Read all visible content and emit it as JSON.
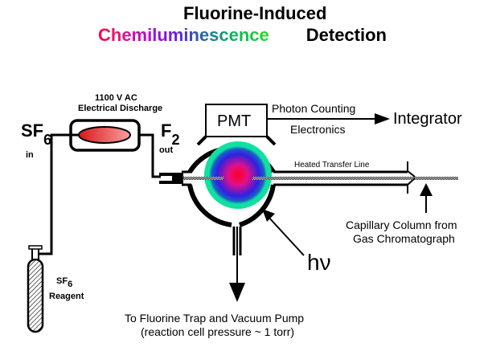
{
  "title": {
    "line1": "Fluorine-Induced",
    "line2_colored": "Chemiluminescence",
    "line2_plain": "Detection"
  },
  "colors": {
    "glow_center": "#ff0020",
    "glow_mid1": "#e0108c",
    "glow_mid2": "#3020e0",
    "glow_outer": "#10e0a0",
    "discharge": "#e83030",
    "line": "#000000"
  },
  "labels": {
    "discharge_voltage": "1100 V AC",
    "discharge_name": "Electrical Discharge",
    "sf6_in_main": "SF",
    "sf6_in_sub": "6",
    "sf6_in_note": "in",
    "f2_main": "F",
    "f2_sub": "2",
    "f2_note": "out",
    "pmt": "PMT",
    "photon_counting": "Photon Counting",
    "electronics": "Electronics",
    "integrator": "Integrator",
    "heated_transfer_line": "Heated Transfer Line",
    "capillary_1": "Capillary Column from",
    "capillary_2": "Gas Chromatograph",
    "hv": "hν",
    "reagent_main": "SF",
    "reagent_sub": "6",
    "reagent_name": "Reagent",
    "pump_1": "To Fluorine Trap and Vacuum Pump",
    "pump_2": "(reaction cell pressure ~ 1 torr)"
  }
}
